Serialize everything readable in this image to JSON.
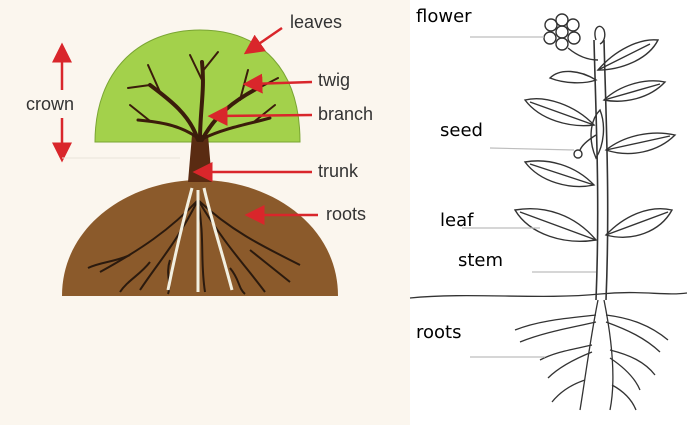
{
  "tree_diagram": {
    "labels": {
      "leaves": "leaves",
      "crown": "crown",
      "twig": "twig",
      "branch": "branch",
      "trunk": "trunk",
      "roots": "roots"
    },
    "colors": {
      "canopy": "#a3d14b",
      "trunk": "#5a2b12",
      "soil": "#8b5a2b",
      "arrow": "#d9262b",
      "root": "#f2efe0"
    }
  },
  "plant_diagram": {
    "labels": {
      "flower": "flower",
      "seed": "seed",
      "leaf": "leaf",
      "stem": "stem",
      "roots": "roots"
    },
    "colors": {
      "outline": "#333333",
      "leader": "#bdbdbd"
    }
  }
}
